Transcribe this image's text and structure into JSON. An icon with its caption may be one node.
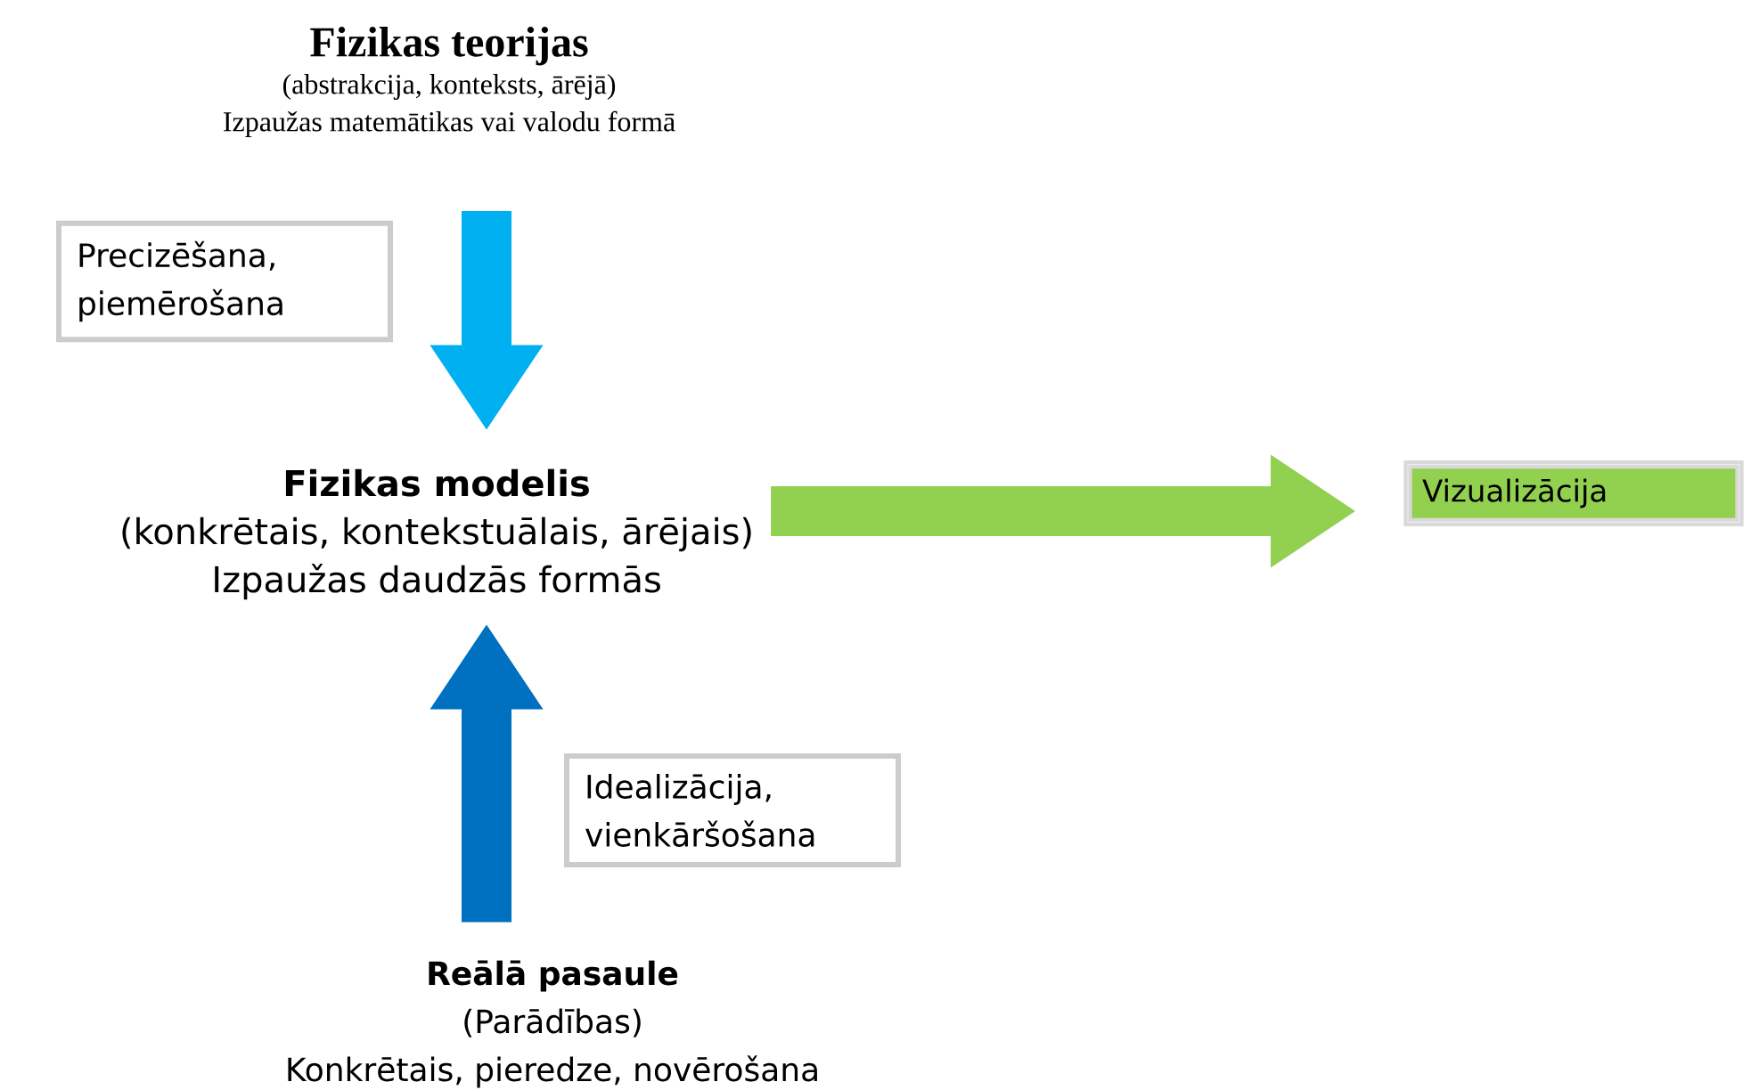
{
  "diagram": {
    "nodes": [
      {
        "text": [
          "Fizikas teorijas",
          "(abstrakcija, konteksts, ārējā)",
          "Izpaužas matemātikas vai valodu formā"
        ]
      },
      {
        "text": [
          "Precizēšana, piemērošana"
        ]
      },
      {
        "text": [
          "Fizikas  modelis",
          "(konkrētais, kontekstuālais, ārējais)",
          "Izpaužas daudzās formās"
        ]
      },
      {
        "text": [
          "Vizualizācija"
        ]
      },
      {
        "text": [
          "Idealizācija, vienkāršošana"
        ]
      },
      {
        "text": [
          "Reālā pasaule",
          "(Parādības)",
          "Konkrētais, pieredze, novērošana"
        ]
      }
    ],
    "edges": [
      {
        "from": 0,
        "to": 2,
        "arrow": "to",
        "color": "#00b0f0"
      },
      {
        "from": 5,
        "to": 2,
        "arrow": "to",
        "color": "#0070c0"
      },
      {
        "from": 2,
        "to": 3,
        "arrow": "to",
        "color": "#92d050"
      }
    ]
  }
}
